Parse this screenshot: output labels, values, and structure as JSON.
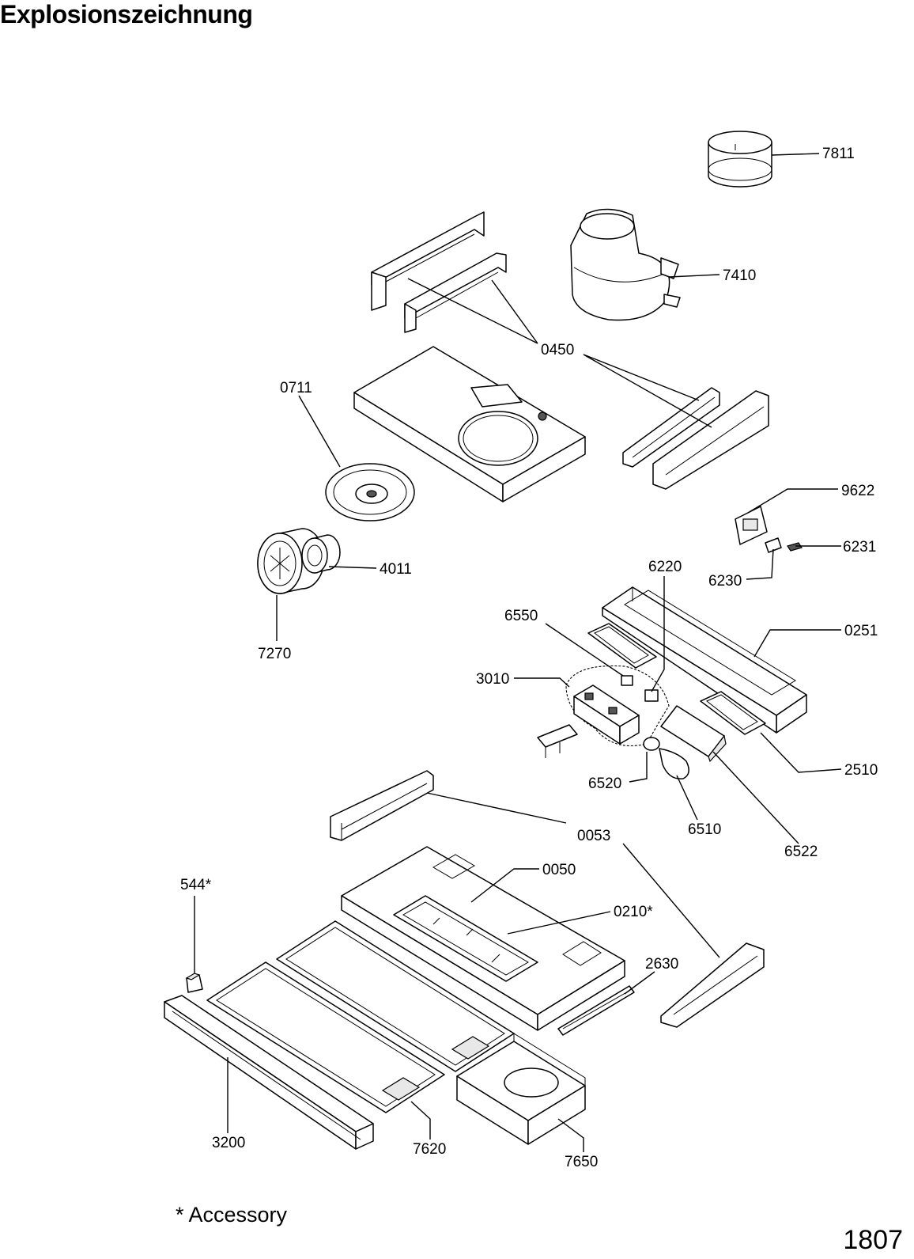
{
  "page": {
    "title": "Explosionszeichnung",
    "footnote": "* Accessory",
    "page_number": "1807"
  },
  "labels": {
    "p7811": "7811",
    "p7410": "7410",
    "p0450": "0450",
    "p0711": "0711",
    "p9622": "9622",
    "p6231": "6231",
    "p6230": "6230",
    "p6220": "6220",
    "p4011": "4011",
    "p7270": "7270",
    "p6550": "6550",
    "p0251": "0251",
    "p3010": "3010",
    "p2510": "2510",
    "p6520": "6520",
    "p6510": "6510",
    "p6522": "6522",
    "p0053": "0053",
    "p0050": "0050",
    "p544": "544*",
    "p0210": "0210*",
    "p2630": "2630",
    "p3200": "3200",
    "p7620": "7620",
    "p7650": "7650"
  }
}
